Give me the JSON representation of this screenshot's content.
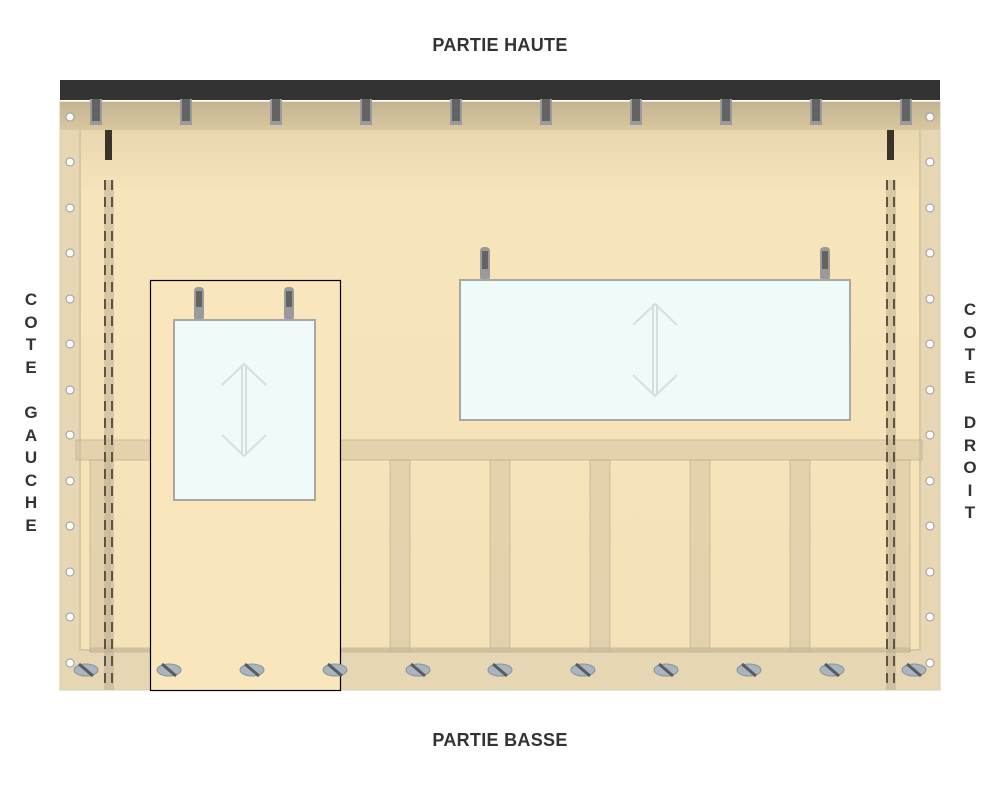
{
  "labels": {
    "top": "PARTIE HAUTE",
    "bottom": "PARTIE BASSE",
    "left": "C\nO\nT\nE\n \nG\nA\nU\nC\nH\nE",
    "right": "C\nO\nT\nE\n \nD\nR\nO\nI\nT"
  },
  "colors": {
    "rail": "#333333",
    "tarp_border": "#e6d7b5",
    "tarp_top_band": "#c9b994",
    "panel_fill": "#fae6bd",
    "window_fill": "#effbfb",
    "window_border": "#a8a8a0",
    "clip_dark": "#636363",
    "clip_light": "#9a9a9a",
    "strap": "#3a332a",
    "eyelet": "#ffffff",
    "eyelet_stroke": "#9a9a9a",
    "peg_fill": "#aab4bc",
    "door_outline": "#000000"
  },
  "diagram": {
    "top_clips_count": 10,
    "left_eyelets_count": 13,
    "right_eyelets_count": 13,
    "bottom_pegs_count": 11,
    "windows": [
      {
        "name": "door-window",
        "type": "sliding-vertical"
      },
      {
        "name": "large-window",
        "type": "sliding-vertical"
      }
    ],
    "door": {
      "name": "door-panel"
    },
    "zippers": [
      "left-zipper",
      "right-zipper"
    ]
  }
}
